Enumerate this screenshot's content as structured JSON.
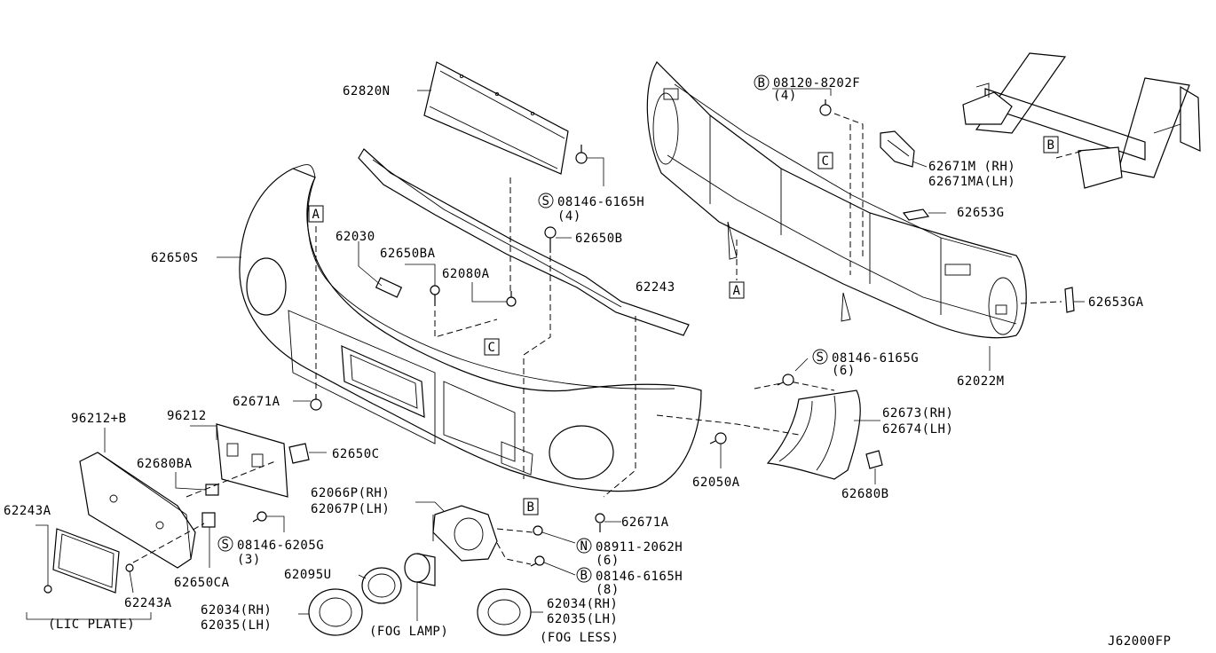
{
  "diagram_id": "J62000FP",
  "ref_markers": {
    "A": "A",
    "B": "B",
    "C": "C"
  },
  "labels": {
    "p62820N": "62820N",
    "s08146_6165H": "08146-6165H",
    "s08146_6165H_qty": "(4)",
    "p62650B": "62650B",
    "p62650S": "62650S",
    "p62030": "62030",
    "p62650BA": "62650BA",
    "p62080A": "62080A",
    "p62243": "62243",
    "p62671A_top": "62671A",
    "p96212B": "96212+B",
    "p96212": "96212",
    "p62650C": "62650C",
    "p62680BA": "62680BA",
    "s08146_6205G": "08146-6205G",
    "s08146_6205G_qty": "(3)",
    "p62243A_left": "62243A",
    "p62243A_bottom": "62243A",
    "p62650CA": "62650CA",
    "lic_plate": "(LIC PLATE)",
    "p62066P": "62066P(RH)",
    "p62067P": "62067P(LH)",
    "p62095U": "62095U",
    "p62034_left": "62034(RH)",
    "p62035_left": "62035(LH)",
    "fog_lamp": "(FOG LAMP)",
    "p62034_right": "62034(RH)",
    "p62035_right": "62035(LH)",
    "fog_less": "(FOG LESS)",
    "p62671A_bottom": "62671A",
    "n08911_2062H": "08911-2062H",
    "n08911_2062H_qty": "(6)",
    "b08146_6165H": "08146-6165H",
    "b08146_6165H_qty": "(8)",
    "p62050A": "62050A",
    "b08120_8202F": "08120-8202F",
    "b08120_8202F_qty": "(4)",
    "p62671M": "62671M (RH)",
    "p62671MA": "62671MA(LH)",
    "p62653G": "62653G",
    "p62653GA": "62653GA",
    "p62022M": "62022M",
    "s08146_6165G": "08146-6165G",
    "s08146_6165G_qty": "(6)",
    "p62673": "62673(RH)",
    "p62674": "62674(LH)",
    "p62680B": "62680B"
  },
  "prefix_symbols": {
    "S": "S",
    "N": "N",
    "B": "B"
  }
}
